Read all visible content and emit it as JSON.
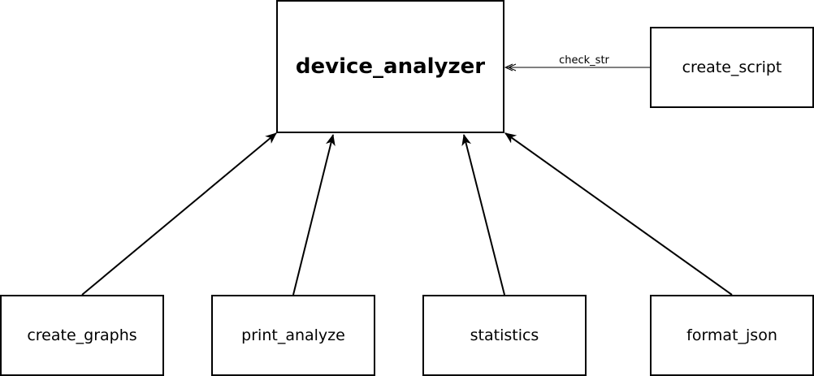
{
  "nodes": {
    "main": "device_analyzer",
    "create_script": "create_script",
    "create_graphs": "create_graphs",
    "print_analyze": "print_analyze",
    "statistics": "statistics",
    "format_json": "format_json"
  },
  "edges": {
    "create_script_label": "check_str"
  }
}
